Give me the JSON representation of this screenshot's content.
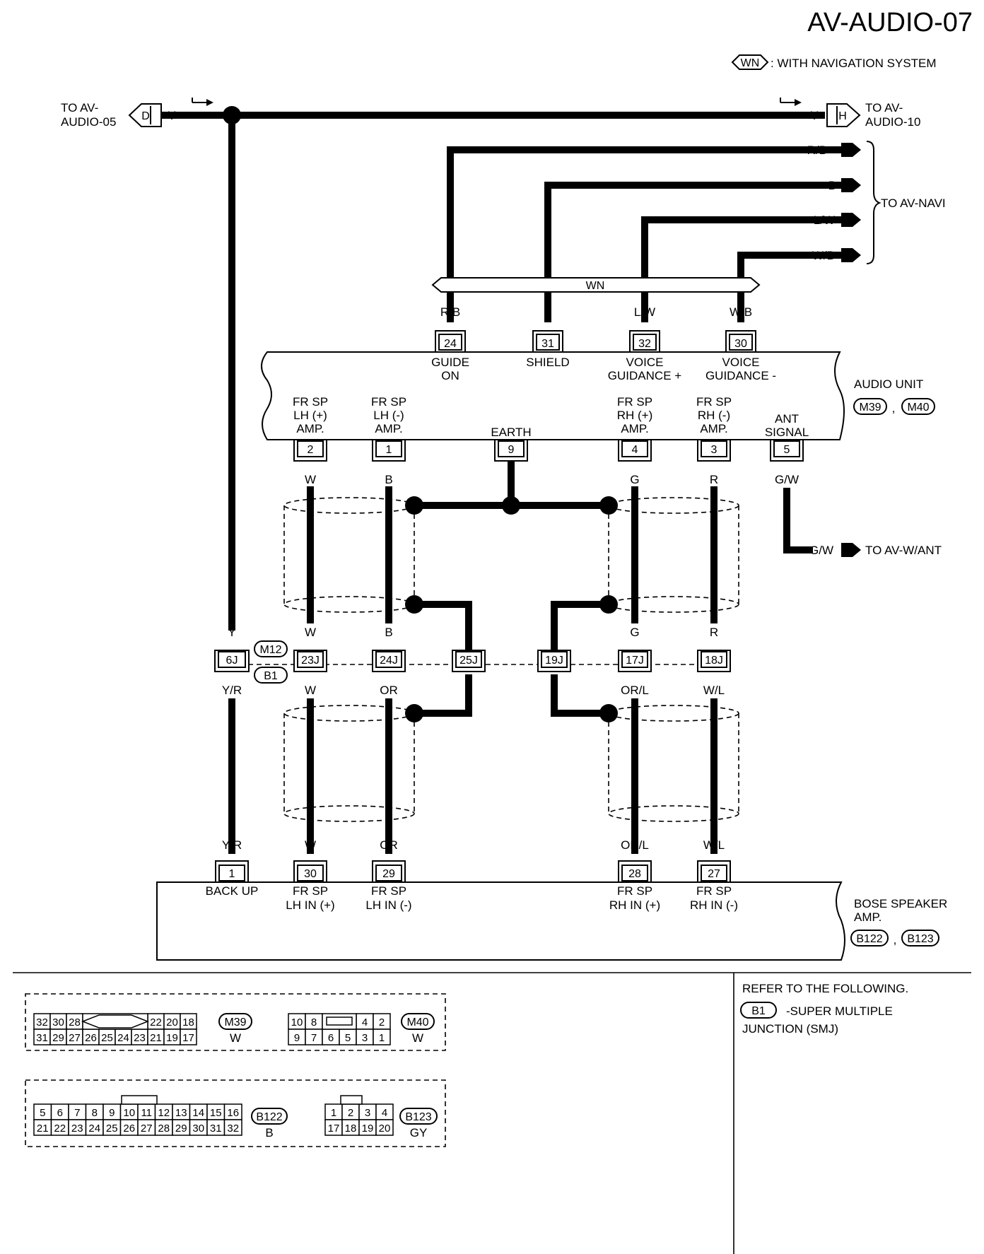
{
  "page_title": "AV-AUDIO-07",
  "legend": {
    "symbol": "WN",
    "text": ": WITH NAVIGATION SYSTEM"
  },
  "main_bus": {
    "left_conn": "D",
    "left_color": "Y",
    "left_dest_1": "TO AV-",
    "left_dest_2": "AUDIO-05",
    "right_conn": "H",
    "right_color": "Y",
    "right_dest_1": "TO AV-",
    "right_dest_2": "AUDIO-10"
  },
  "navi": {
    "dest": "TO AV-NAVI",
    "harness_label": "WN",
    "colors": [
      "R/B",
      "B",
      "L/W",
      "W/B"
    ]
  },
  "audio_unit": {
    "name": "AUDIO UNIT",
    "conn_a": "M39",
    "conn_b": "M40",
    "sep": ",",
    "top_pins": [
      {
        "num": "24",
        "color": "R/B",
        "l1": "GUIDE",
        "l2": "ON"
      },
      {
        "num": "31",
        "color": "B",
        "l1": "SHIELD",
        "l2": ""
      },
      {
        "num": "32",
        "color": "L/W",
        "l1": "VOICE",
        "l2": "GUIDANCE +"
      },
      {
        "num": "30",
        "color": "W/B",
        "l1": "VOICE",
        "l2": "GUIDANCE -"
      }
    ],
    "bottom_pins": [
      {
        "num": "2",
        "color": "W",
        "l1": "FR SP",
        "l2": "LH (+)",
        "l3": "AMP."
      },
      {
        "num": "1",
        "color": "B",
        "l1": "FR SP",
        "l2": "LH (-)",
        "l3": "AMP."
      },
      {
        "num": "9",
        "color": "",
        "l1": "",
        "l2": "",
        "l3": "EARTH"
      },
      {
        "num": "4",
        "color": "G",
        "l1": "FR SP",
        "l2": "RH (+)",
        "l3": "AMP."
      },
      {
        "num": "3",
        "color": "R",
        "l1": "FR SP",
        "l2": "RH (-)",
        "l3": "AMP."
      },
      {
        "num": "5",
        "color": "G/W",
        "l1": "",
        "l2": "ANT",
        "l3": "SIGNAL"
      }
    ]
  },
  "ant": {
    "color": "G/W",
    "dest": "TO AV-W/ANT"
  },
  "smj": {
    "conn_a": "M12",
    "conn_b": "B1",
    "pins": [
      {
        "num": "6J",
        "top": "Y",
        "bottom": "Y/R"
      },
      {
        "num": "23J",
        "top": "W",
        "bottom": "W"
      },
      {
        "num": "24J",
        "top": "B",
        "bottom": "OR"
      },
      {
        "num": "25J",
        "top": "",
        "bottom": ""
      },
      {
        "num": "19J",
        "top": "",
        "bottom": ""
      },
      {
        "num": "17J",
        "top": "G",
        "bottom": "OR/L"
      },
      {
        "num": "18J",
        "top": "R",
        "bottom": "W/L"
      }
    ]
  },
  "bose_amp": {
    "name_1": "BOSE SPEAKER",
    "name_2": "AMP.",
    "conn_a": "B122",
    "conn_b": "B123",
    "sep": ",",
    "pins": [
      {
        "num": "1",
        "color": "Y/R",
        "l1": "BACK UP",
        "l2": ""
      },
      {
        "num": "30",
        "color": "W",
        "l1": "FR SP",
        "l2": "LH IN (+)"
      },
      {
        "num": "29",
        "color": "OR",
        "l1": "FR SP",
        "l2": "LH IN (-)"
      },
      {
        "num": "28",
        "color": "OR/L",
        "l1": "FR SP",
        "l2": "RH IN (+)"
      },
      {
        "num": "27",
        "color": "W/L",
        "l1": "FR SP",
        "l2": "RH IN (-)"
      }
    ]
  },
  "connectors": {
    "m39": {
      "id": "M39",
      "color": "W",
      "row1": [
        "32",
        "30",
        "28",
        "",
        "",
        "",
        "",
        "22",
        "20",
        "18"
      ],
      "row2": [
        "31",
        "29",
        "27",
        "26",
        "25",
        "24",
        "23",
        "21",
        "19",
        "17"
      ]
    },
    "m40": {
      "id": "M40",
      "color": "W",
      "row1": [
        "10",
        "8",
        "",
        "",
        "4",
        "2"
      ],
      "row2": [
        "9",
        "7",
        "6",
        "5",
        "3",
        "1"
      ]
    },
    "b122": {
      "id": "B122",
      "color": "B",
      "row1": [
        "5",
        "6",
        "7",
        "8",
        "9",
        "10",
        "11",
        "12",
        "13",
        "14",
        "15",
        "16"
      ],
      "row2": [
        "21",
        "22",
        "23",
        "24",
        "25",
        "26",
        "27",
        "28",
        "29",
        "30",
        "31",
        "32"
      ]
    },
    "b123": {
      "id": "B123",
      "color": "GY",
      "row1": [
        "1",
        "2",
        "3",
        "4"
      ],
      "row2": [
        "17",
        "18",
        "19",
        "20"
      ]
    }
  },
  "refer": {
    "heading": "REFER TO THE FOLLOWING.",
    "item_id": "B1",
    "item_text_1": "-SUPER MULTIPLE",
    "item_text_2": "JUNCTION (SMJ)"
  }
}
